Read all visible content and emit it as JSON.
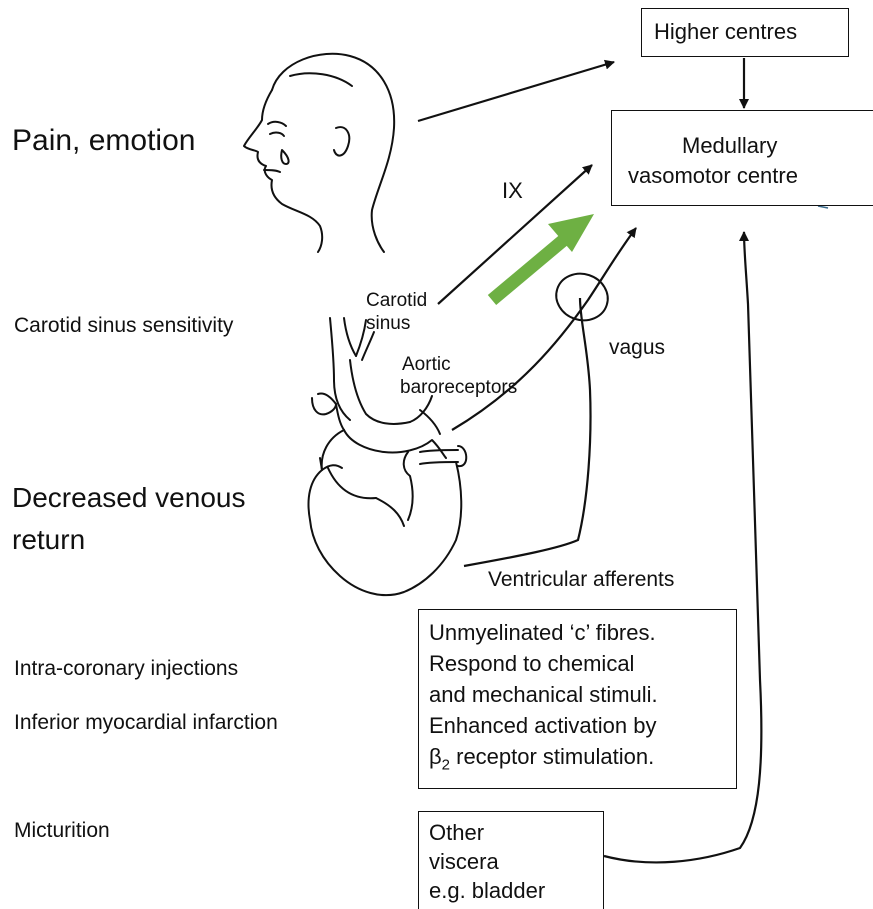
{
  "boxes": {
    "higher_centres": "Higher centres",
    "medullary_line1": "Medullary",
    "medullary_line2": "vasomotor centre",
    "c_fibres_line1": "Unmyelinated ‘c’ fibres.",
    "c_fibres_line2": "Respond to chemical",
    "c_fibres_line3": "and mechanical stimuli.",
    "c_fibres_line4": "Enhanced activation by",
    "c_fibres_beta": "β",
    "c_fibres_beta_sub": "2",
    "c_fibres_line5_rest": " receptor stimulation.",
    "other_viscera_line1": "Other",
    "other_viscera_line2": "viscera",
    "other_viscera_line3": "e.g. bladder"
  },
  "triggers": {
    "pain_emotion": "Pain, emotion",
    "carotid_sensitivity": "Carotid sinus sensitivity",
    "decreased_venous_line1": "Decreased venous",
    "decreased_venous_line2": "return",
    "intra_coronary": "Intra-coronary injections",
    "inferior_mi": "Inferior myocardial infarction",
    "micturition": "Micturition"
  },
  "anatomy_labels": {
    "ix": "IX",
    "carotid_line1": "Carotid",
    "carotid_line2": "sinus",
    "aortic_line1": "Aortic",
    "aortic_line2": "baroreceptors",
    "vagus": "vagus",
    "ventricular_afferents": "Ventricular afferents"
  },
  "colors": {
    "highlight_arrow": "#6eb043",
    "line": "#111111"
  }
}
